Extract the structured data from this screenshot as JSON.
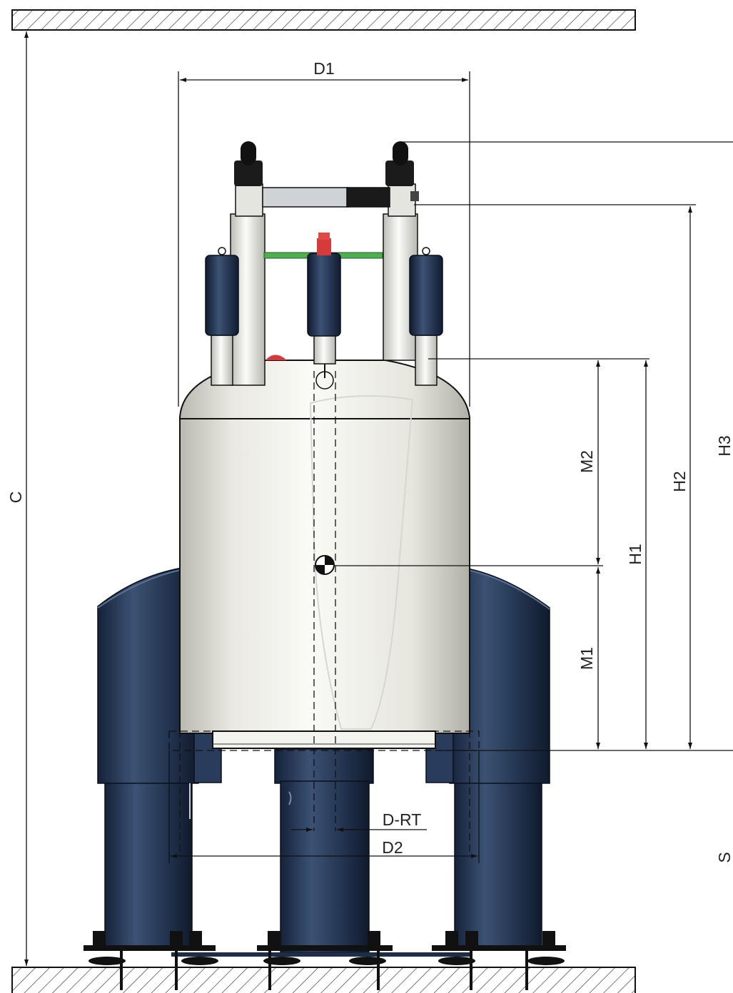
{
  "labels": {
    "d1": "D1",
    "d2": "D2",
    "d_rt": "D-RT",
    "c": "C",
    "m1": "M1",
    "m2": "M2",
    "h1": "H1",
    "h2": "H2",
    "h3": "H3",
    "s": "S"
  },
  "colors": {
    "magnet_body": "#f1f1ec",
    "magnet_shade": "#c9c9c0",
    "legs": "#1d2d4a",
    "legs_highlight": "#3f5577",
    "line": "#111111",
    "hatch": "#333333",
    "valve_red": "#d63a3a",
    "green_bar": "#4caf50"
  }
}
